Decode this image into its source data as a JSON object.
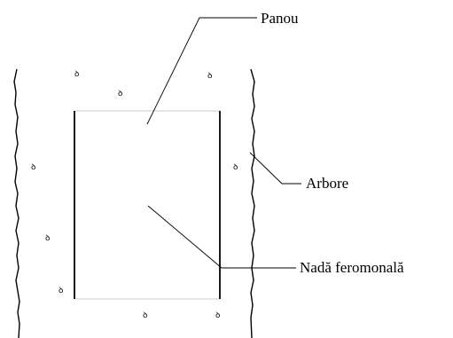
{
  "labels": {
    "panel": "Panou",
    "tree": "Arbore",
    "lure": "Nadă feromonală"
  },
  "bark_mark_glyph": "ꝺ"
}
